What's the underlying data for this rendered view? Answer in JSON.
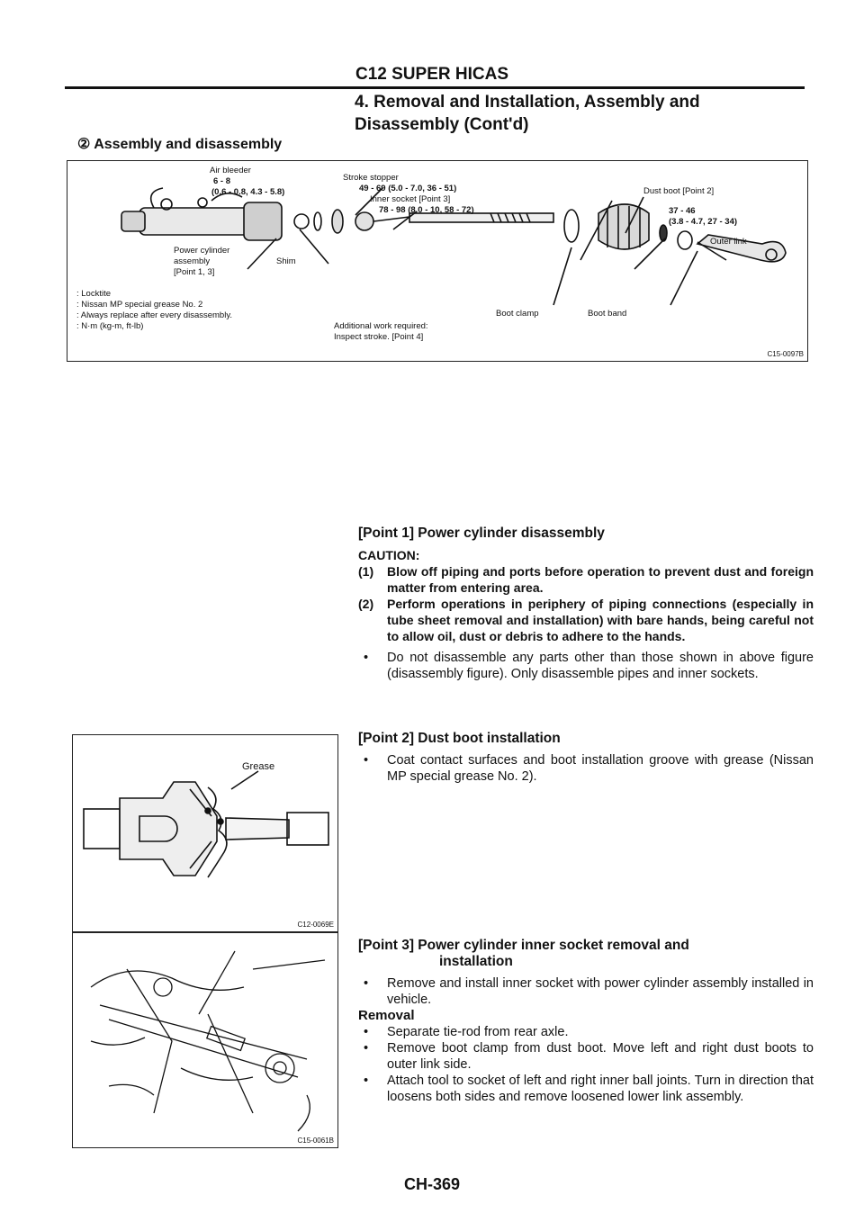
{
  "header": {
    "title": "C12 SUPER HICAS",
    "section": "4. Removal and Installation, Assembly and Disassembly (Cont'd)",
    "subsection": "② Assembly and disassembly"
  },
  "figure1": {
    "labels": {
      "air_bleeder": "Air bleeder",
      "torque1": "6 - 8",
      "torque1b": "(0.6 - 0.8, 4.3 - 5.8)",
      "stroke_stopper": "Stroke stopper",
      "torque2": "49 - 69 (5.0 - 7.0, 36 - 51)",
      "inner_socket": "Inner socket [Point 3]",
      "torque3": "78 - 98 (8.0 - 10, 58 - 72)",
      "dust_boot": "Dust boot [Point 2]",
      "torque4": "37 - 46",
      "torque4b": "(3.8 - 4.7, 27 - 34)",
      "outer_link": "Outer link",
      "power_cylinder": "Power cylinder",
      "assembly": "assembly",
      "point13": "[Point 1, 3]",
      "shim": "Shim",
      "boot_clamp": "Boot clamp",
      "boot_band": "Boot band",
      "additional": "Additional work required:",
      "inspect": "Inspect stroke. [Point 4]"
    },
    "legend": [
      ": Locktite",
      ": Nissan MP special grease No. 2",
      ": Always replace after every disassembly.",
      ": N·m (kg-m, ft-lb)"
    ],
    "code": "C15-0097B"
  },
  "figure2": {
    "label": "Grease",
    "code": "C12-0069E"
  },
  "figure3": {
    "code": "C15-0061B"
  },
  "point1": {
    "heading": "[Point 1] Power cylinder disassembly",
    "caution": "CAUTION:",
    "items": [
      {
        "num": "(1)",
        "text": "Blow off piping and ports before operation to prevent dust and foreign matter from entering area."
      },
      {
        "num": "(2)",
        "text": "Perform operations in periphery of piping connections (especially in tube sheet removal and installation) with bare hands, being careful not to allow oil, dust or debris to adhere to the hands."
      }
    ],
    "bullet": "Do not disassemble any parts other than those shown in above figure (disassembly figure). Only disassemble pipes and inner sockets."
  },
  "point2": {
    "heading": "[Point 2] Dust boot installation",
    "bullet": "Coat contact surfaces and boot installation groove with grease (Nissan MP special grease No. 2)."
  },
  "point3": {
    "heading": "[Point 3] Power cylinder inner socket removal and",
    "heading2": "installation",
    "intro": "Remove and install inner socket with power cylinder assembly installed in vehicle.",
    "removal": "Removal",
    "bullets": [
      "Separate tie-rod from rear axle.",
      "Remove boot clamp from dust boot. Move left and right dust boots to outer link side.",
      "Attach tool to socket of left and right inner ball joints. Turn in direction that loosens both sides and remove loosened lower link assembly."
    ]
  },
  "page_number": "CH-369"
}
